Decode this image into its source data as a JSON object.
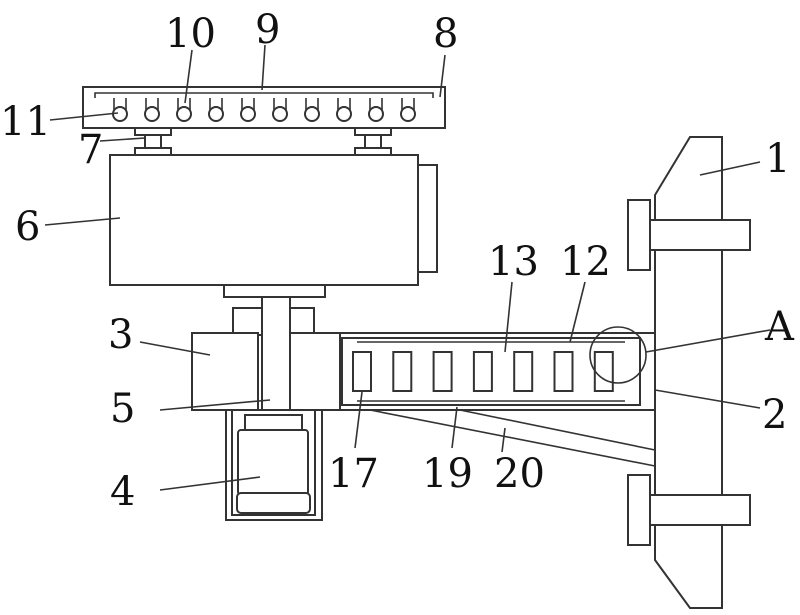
{
  "labels": {
    "l1": "1",
    "l2": "2",
    "l3": "3",
    "l4": "4",
    "l5": "5",
    "l6": "6",
    "l7": "7",
    "l8": "8",
    "l9": "9",
    "l10": "10",
    "l11": "11",
    "l12": "12",
    "l13": "13",
    "l17": "17",
    "l19": "19",
    "l20": "20",
    "lA": "A"
  }
}
